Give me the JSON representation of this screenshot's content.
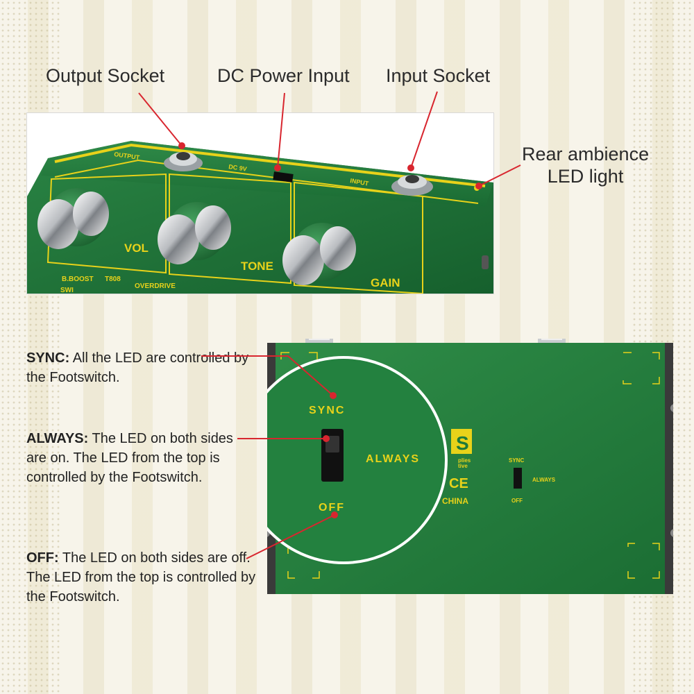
{
  "callouts": {
    "output_socket": "Output Socket",
    "dc_power_input": "DC Power Input",
    "input_socket": "Input Socket",
    "rear_ambience_line1": "Rear ambience",
    "rear_ambience_line2": "LED light"
  },
  "pedal_top": {
    "knob_vol": "VOL",
    "knob_tone": "TONE",
    "knob_gain": "GAIN",
    "b_boost": "B.BOOST",
    "t808": "T808",
    "overdrive": "OVERDRIVE",
    "output_print": "OUTPUT",
    "input_print": "INPUT",
    "dc_print": "DC 9V",
    "sw_print": "SWI"
  },
  "switch_modes": {
    "sync": "SYNC",
    "always": "ALWAYS",
    "off": "OFF"
  },
  "pedal_side": {
    "made_in": "CHINA",
    "ce_mark": "CE",
    "logo_letter": "S",
    "logo_sub1": "plies",
    "logo_sub2": "tive",
    "small_sync": "SYNC",
    "small_always": "ALWAYS",
    "small_off": "OFF"
  },
  "descriptions": {
    "sync_title": "SYNC:",
    "sync_text": " All the LED are controlled by the Footswitch.",
    "always_title": "ALWAYS:",
    "always_text": " The LED on both sides are on. The LED from the top is controlled by the Footswitch.",
    "off_title": "OFF:",
    "off_text": " The LED on both sides are off. The LED from the top is controlled by the Footswitch."
  },
  "colors": {
    "pedal_green": "#1f7a3a",
    "pedal_yellow": "#e8d21a",
    "leader_red": "#d8262f"
  }
}
